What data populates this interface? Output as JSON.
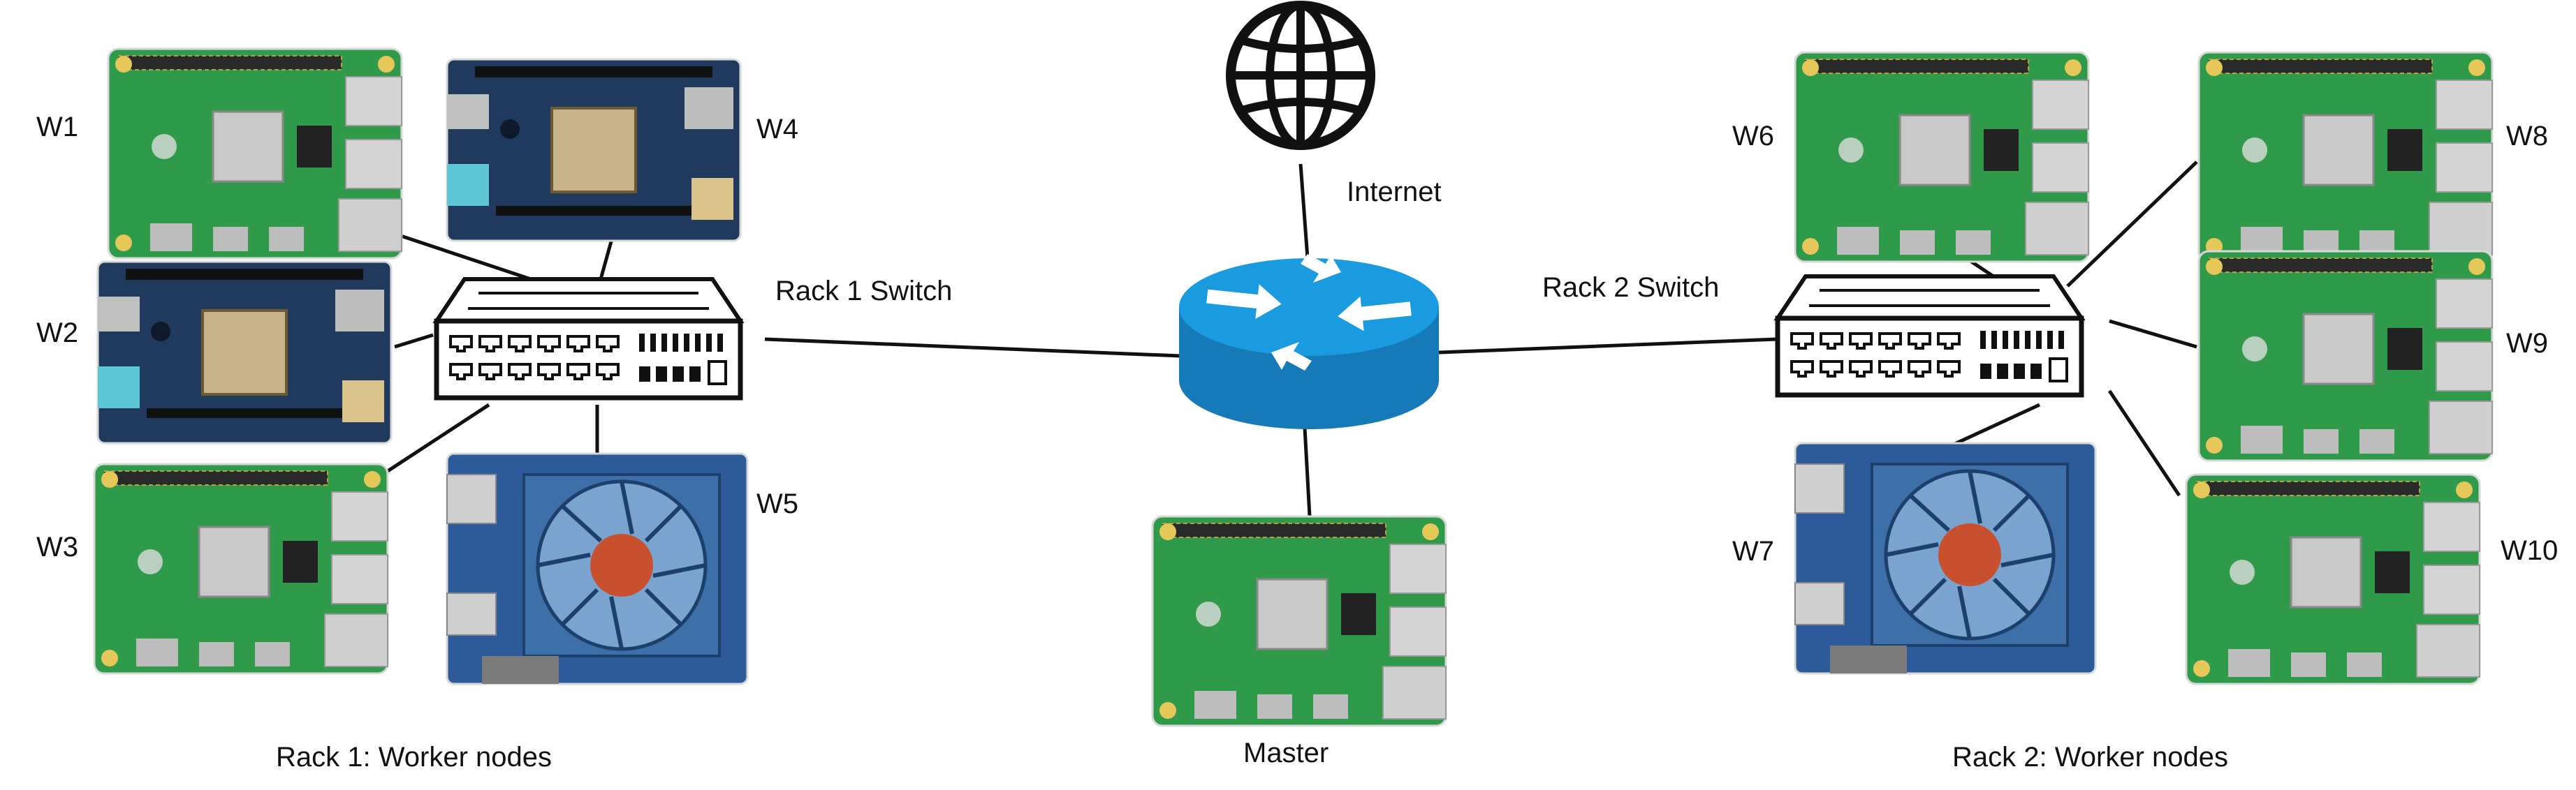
{
  "labels": {
    "internet": "Internet",
    "rack1_switch": "Rack 1 Switch",
    "rack2_switch": "Rack 2 Switch",
    "master": "Master",
    "rack1_caption": "Rack 1: Worker nodes",
    "rack2_caption": "Rack 2: Worker nodes"
  },
  "nodes": [
    {
      "id": "w1",
      "label": "W1",
      "board": "raspberry-pi-3"
    },
    {
      "id": "w2",
      "label": "W2",
      "board": "rockpro-sbc"
    },
    {
      "id": "w3",
      "label": "W3",
      "board": "raspberry-pi-4"
    },
    {
      "id": "w4",
      "label": "W4",
      "board": "rockpro-sbc"
    },
    {
      "id": "w5",
      "label": "W5",
      "board": "odroid-fan"
    },
    {
      "id": "w6",
      "label": "W6",
      "board": "raspberry-pi-5"
    },
    {
      "id": "w7",
      "label": "W7",
      "board": "odroid-fan"
    },
    {
      "id": "w8",
      "label": "W8",
      "board": "raspberry-pi-3"
    },
    {
      "id": "w9",
      "label": "W9",
      "board": "raspberry-pi-5"
    },
    {
      "id": "w10",
      "label": "W10",
      "board": "raspberry-pi-4"
    }
  ],
  "icons": {
    "internet": "globe-icon",
    "router": "router-icon",
    "switch": "network-switch-icon"
  },
  "colors": {
    "pcb_green": "#2f9a4a",
    "pcb_dark": "#1f3a5c",
    "router_blue": "#1a8ccc",
    "fan_blue": "#3d6fa8",
    "wire": "#111111"
  }
}
